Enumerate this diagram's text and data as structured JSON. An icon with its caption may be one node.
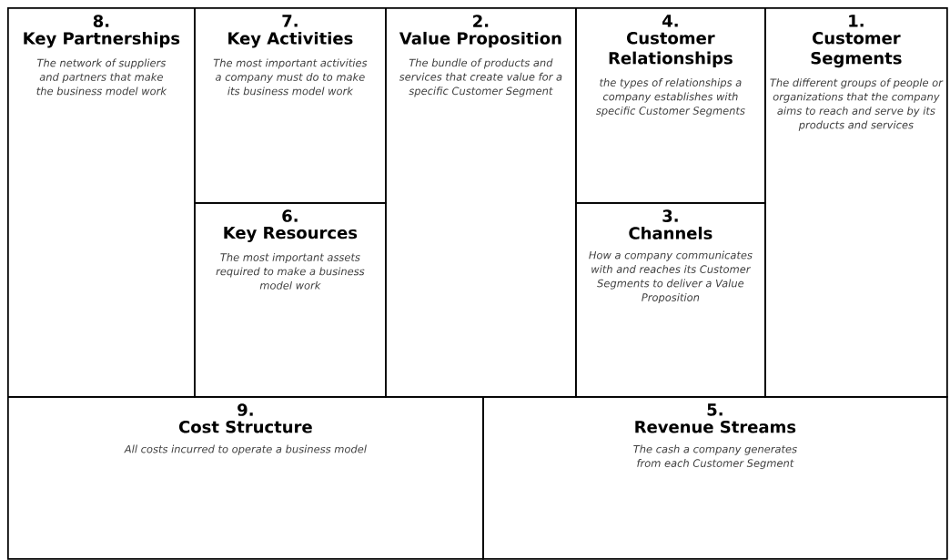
{
  "diagram": {
    "nodes": [
      {
        "text": [
          "8.",
          "Key Partnerships",
          "The network of suppliers and partners that make the business model work"
        ]
      },
      {
        "text": [
          "7.",
          "Key Activities",
          "The most important activities a company must do to make its business model work"
        ]
      },
      {
        "text": [
          "2.",
          "Value Proposition",
          "The bundle of products and services that create value for a specific Customer Segment"
        ]
      },
      {
        "text": [
          "4.",
          "Customer Relationships",
          "the types of relationships a company establishes with specific Customer Segments"
        ]
      },
      {
        "text": [
          "1.",
          "Customer Segments",
          "The different groups of people or organizations that the company aims to reach and serve by its products and services"
        ]
      },
      {
        "text": [
          "6.",
          "Key Resources",
          "The most important assets required to make a business model work"
        ]
      },
      {
        "text": [
          "3.",
          "Channels",
          "How a company communicates with and reaches its Customer Segments to deliver a Value Proposition"
        ]
      },
      {
        "text": [
          "9.",
          "Cost Structure",
          "All costs incurred to operate a business model"
        ]
      },
      {
        "text": [
          "5.",
          "Revenue Streams",
          "The cash a company generates from each Customer Segment"
        ]
      }
    ]
  }
}
